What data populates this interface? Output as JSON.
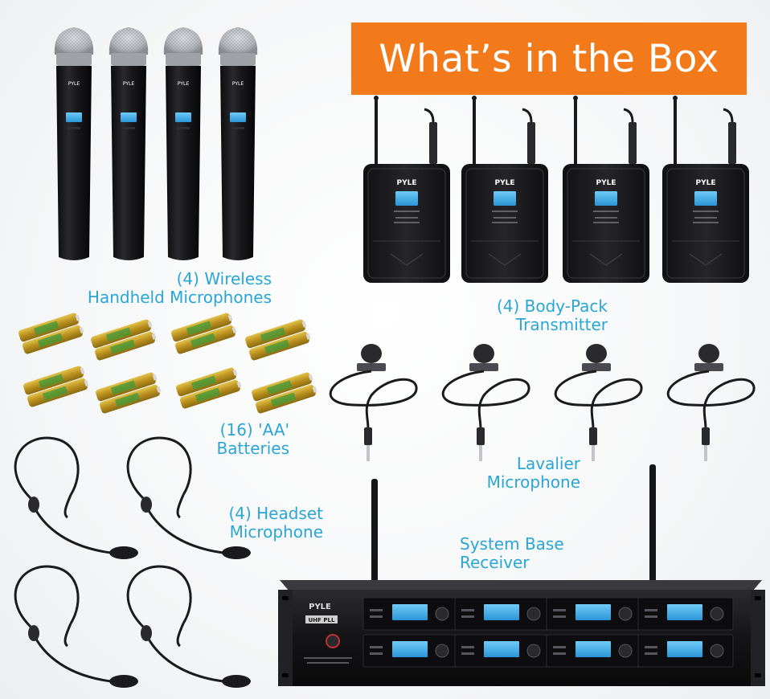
{
  "banner": {
    "title": "What’s in the Box",
    "color": "#f27a1a"
  },
  "brand": {
    "logo_text": "PYLE",
    "uhf_badge": "UHF PLL"
  },
  "captions": {
    "handheld": {
      "line1": "(4) Wireless",
      "line2": "Handheld Microphones"
    },
    "bodypack": {
      "line1": "(4) Body-Pack",
      "line2": "Transmitter"
    },
    "batteries": {
      "line1": "(16) 'AA'",
      "line2": "Batteries"
    },
    "lavalier": {
      "line1": "Lavalier",
      "line2": "Microphone"
    },
    "headset": {
      "line1": "(4) Headset",
      "line2": "Microphone"
    },
    "receiver": {
      "line1": "System Base",
      "line2": "Receiver"
    }
  },
  "colors": {
    "caption": "#2aa6d6",
    "device_body": "#1c1c1e",
    "lcd": "#3ab0f0",
    "battery": "#c9a227"
  }
}
